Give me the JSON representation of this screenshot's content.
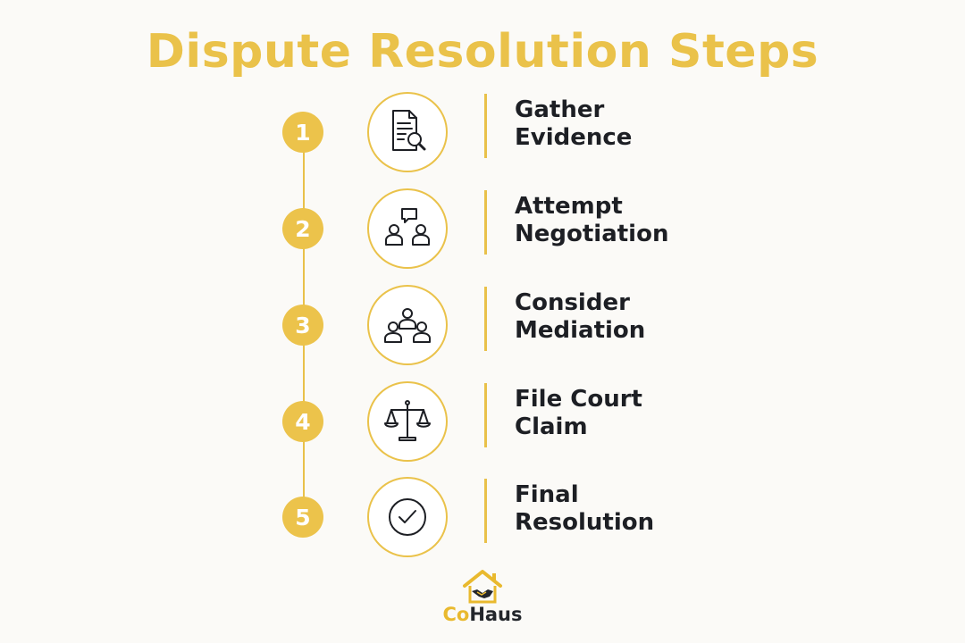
{
  "title": "Dispute Resolution Steps",
  "colors": {
    "accent": "#eac24a",
    "text": "#1d1f24",
    "background": "#fbfaf7"
  },
  "steps": [
    {
      "number": "1",
      "label": "Gather\nEvidence",
      "icon": "document-search-icon"
    },
    {
      "number": "2",
      "label": "Attempt\nNegotiation",
      "icon": "two-people-chat-icon"
    },
    {
      "number": "3",
      "label": "Consider\nMediation",
      "icon": "group-mediation-icon"
    },
    {
      "number": "4",
      "label": "File Court\nClaim",
      "icon": "scales-of-justice-icon"
    },
    {
      "number": "5",
      "label": "Final\nResolution",
      "icon": "check-circle-icon"
    }
  ],
  "brand": {
    "prefix": "Co",
    "suffix": "Haus",
    "icon": "house-handshake-icon"
  }
}
